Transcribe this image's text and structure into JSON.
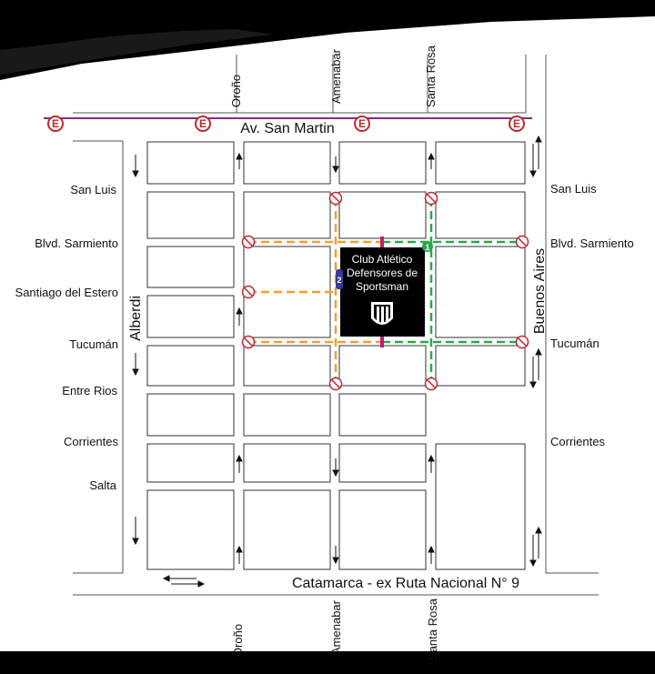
{
  "streets": {
    "top_avenue": "Av. San Martin",
    "bottom_avenue": "Catamarca - ex Ruta Nacional N° 9",
    "left_avenue": "Alberdi",
    "right_avenue": "Buenos Aires",
    "vertical_top": [
      "Oroño",
      "Amenabar",
      "Santa Rosa"
    ],
    "vertical_bottom": [
      "Oroño",
      "Amenabar",
      "Santa Rosa"
    ],
    "left_side": [
      "San Luis",
      "Blvd. Sarmiento",
      "Santiago del Estero",
      "Tucumán",
      "Entre Rios",
      "Corrientes",
      "Salta"
    ],
    "right_side": [
      "San Luis",
      "Blvd. Sarmiento",
      "Tucumán",
      "Corrientes"
    ]
  },
  "club": {
    "line1": "Club Atlético",
    "line2": "Defensores de",
    "line3": "Sportsman"
  },
  "markers": {
    "parking": "E",
    "access_1": "1",
    "access_2": "2"
  },
  "colors": {
    "avenue_line": "#8b2a7c",
    "route_orange": "#f0a030",
    "route_green": "#2aa84a",
    "no_parking_red": "#c0272d",
    "access_blue": "#3a3a9a",
    "entrance_magenta": "#c8196e",
    "club_block": "#000000"
  },
  "legend_icons": [
    "parking-sign-icon",
    "no-parking-icon",
    "one-way-arrow-icon",
    "two-way-arrow-icon",
    "shield-icon"
  ]
}
